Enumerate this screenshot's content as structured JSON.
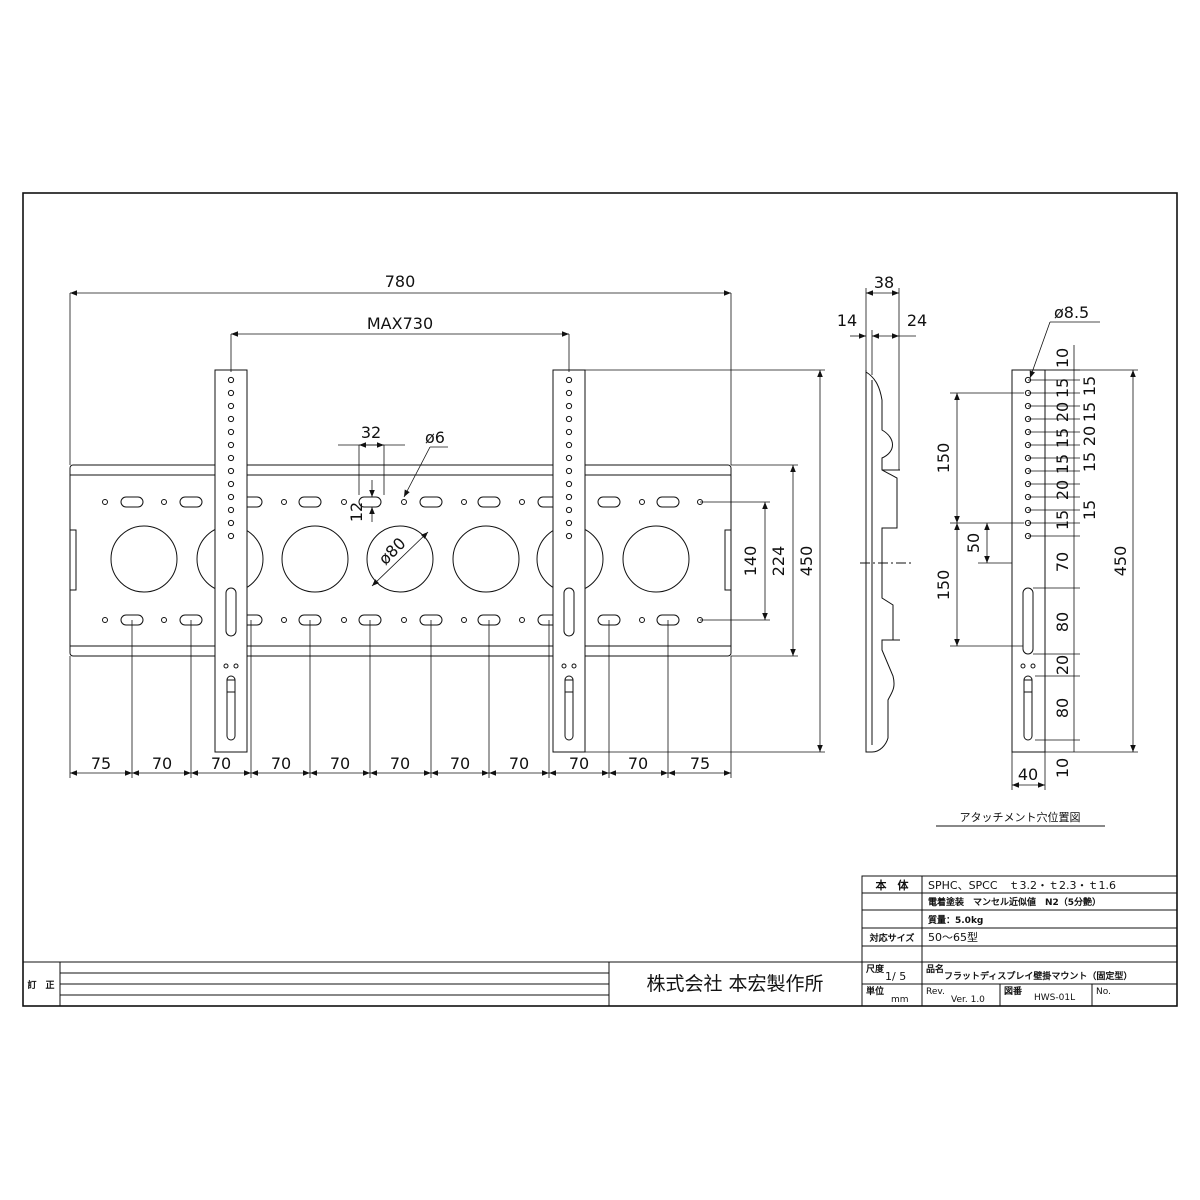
{
  "front_view": {
    "overall_width": "780",
    "max_span": "MAX730",
    "slot_width": "32",
    "slot_height": "12",
    "hole_diameter": "ø6",
    "large_hole_diameter": "ø80",
    "inner_spacing_1": "140",
    "inner_spacing_2": "224",
    "overall_height": "450",
    "bottom_spacings": [
      "75",
      "70",
      "70",
      "70",
      "70",
      "70",
      "70",
      "70",
      "70",
      "70",
      "75"
    ]
  },
  "side_view": {
    "depth_total": "38",
    "depth_front": "14",
    "depth_back": "24"
  },
  "attachment_view": {
    "hole_diameter": "ø8.5",
    "top_offset": "10",
    "pitch_column": [
      "15",
      "15",
      "20",
      "15",
      "15",
      "20",
      "15",
      "15",
      "20",
      "15",
      "15"
    ],
    "dim_150_upper": "150",
    "dim_50": "50",
    "dim_150_lower": "150",
    "dim_70": "70",
    "dim_80_upper": "80",
    "dim_20": "20",
    "dim_80_lower": "80",
    "dim_10_bottom": "10",
    "overall_height": "450",
    "width": "40",
    "caption": "アタッチメント穴位置図"
  },
  "title_block": {
    "material_label": "本　体",
    "material_value": "SPHC、SPCC　ｔ3.2・ｔ2.3・ｔ1.6",
    "finish_value": "電着塗装　マンセル近似値　N2（5分艶）",
    "weight_value": "質量：5.0kg",
    "size_label": "対応サイズ",
    "size_value": "50～65型",
    "revision_label": "訂　正",
    "company": "株式会社 本宏製作所",
    "scale_label": "尺度",
    "scale_value": "1/ 5",
    "unit_label": "単位",
    "unit_value": "mm",
    "product_label": "品名",
    "product_value": "フラットディスプレイ壁掛マウント（固定型）",
    "rev_label": "Rev.",
    "rev_value": "Ver. 1.0",
    "drawing_label": "図番",
    "drawing_value": "HWS-01L",
    "no_label": "No."
  }
}
